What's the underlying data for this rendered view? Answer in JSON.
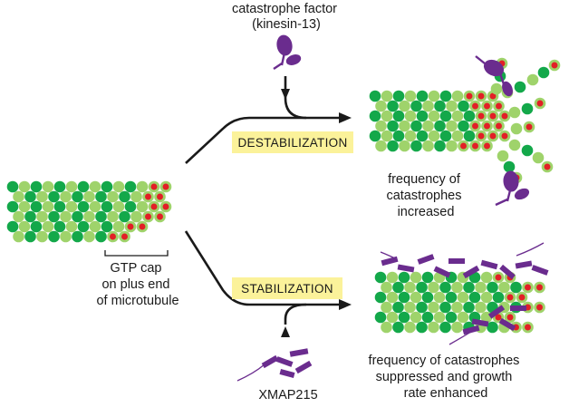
{
  "labels": {
    "catastrophe_factor": [
      "catastrophe factor",
      "(kinesin-13)"
    ],
    "gtp_cap": [
      "GTP cap",
      "on plus end",
      "of microtubule"
    ],
    "destabilization": "DESTABILIZATION",
    "stabilization": "STABILIZATION",
    "freq_increased": [
      "frequency of",
      "catastrophes",
      "increased"
    ],
    "freq_suppressed": [
      "frequency of catastrophes",
      "suppressed and growth",
      "rate enhanced"
    ],
    "xmap": "XMAP215"
  },
  "colors": {
    "dark_green": "#13a84a",
    "light_green": "#9fd36b",
    "gtp_red": "#e21f26",
    "purple": "#6a2c8e",
    "label_box": "#fbf29a",
    "arrow": "#1a1a1a"
  },
  "icons": [
    "kinesin-13-protein-icon",
    "xmap215-protein-icon",
    "microtubule-icon"
  ]
}
